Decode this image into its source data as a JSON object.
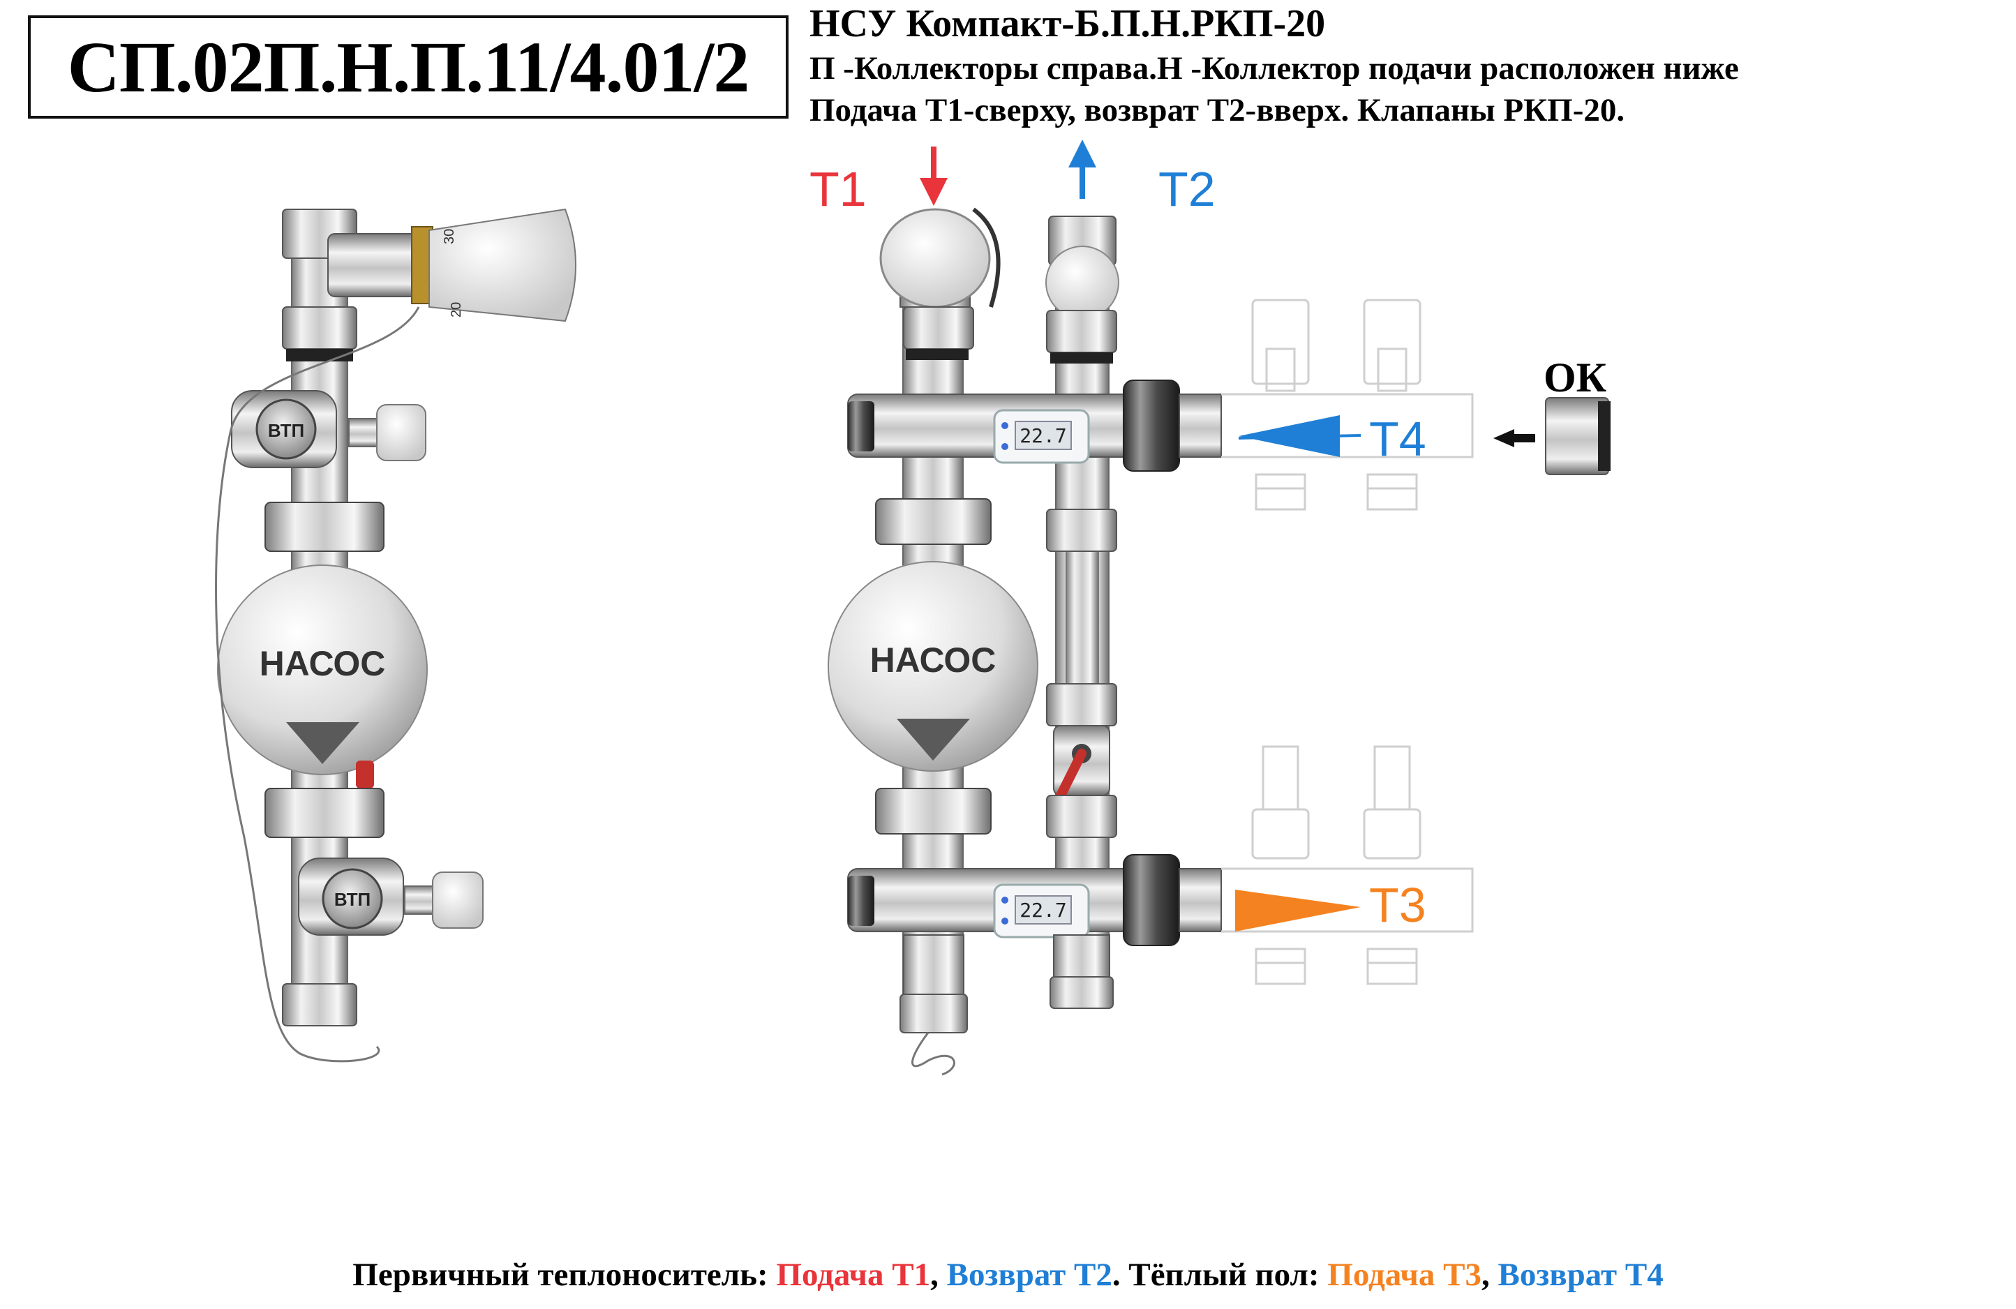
{
  "header": {
    "code": "СП.02П.Н.П.11/4.01/2",
    "title": "НСУ Компакт-Б.П.Н.РКП-20",
    "line2": "П -Коллекторы справа.Н -Коллектор подачи расположен ниже",
    "line3": "Подача Т1-сверху, возврат Т2-вверх. Клапаны РКП-20."
  },
  "labels": {
    "t1": "T1",
    "t2": "T2",
    "t3": "T3",
    "t4": "T4",
    "ok": "ОК",
    "pump_left": "НАСОС",
    "pump_right": "НАСОС",
    "thermo_top": "22.7",
    "thermo_bottom": "22.7",
    "logo_top": "ВТП",
    "logo_bottom": "ВТП",
    "knob_30": "30",
    "knob_20": "20"
  },
  "footer": {
    "prefix": "Первичный теплоноситель: ",
    "supply_t1": "Подача Т1",
    "sep1": ", ",
    "return_t2": "Возврат Т2",
    "mid": ". Тёплый пол: ",
    "supply_t3": "Подача Т3",
    "sep2": ", ",
    "return_t4": "Возврат Т4"
  },
  "colors": {
    "red": "#e8343a",
    "blue": "#1f7fd6",
    "orange": "#f58220",
    "chrome_light": "#e6e6e6",
    "chrome_dark": "#8c8c8c"
  }
}
